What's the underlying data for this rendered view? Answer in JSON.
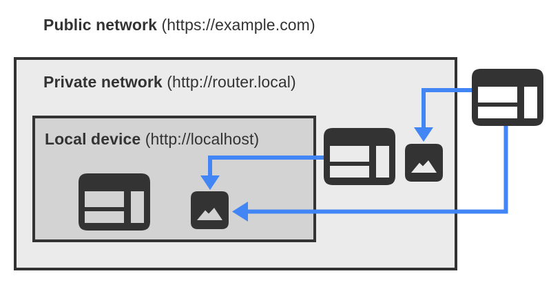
{
  "colors": {
    "page_bg": "#ffffff",
    "dark": "#333333",
    "arrow_blue": "#4285f4",
    "private_network_bg": "#ebebeb",
    "local_device_bg": "#d3d3d3"
  },
  "labels": {
    "public_network": {
      "bold": "Public network",
      "rest": " (https://example.com)"
    },
    "private_network": {
      "bold": "Private network",
      "rest": " (http://router.local)"
    },
    "local_device": {
      "bold": "Local device",
      "rest": " (http://localhost)"
    }
  },
  "nodes": [
    {
      "id": "public-website",
      "type": "website-icon",
      "network": "public network",
      "origin": "https://example.com"
    },
    {
      "id": "private-website",
      "type": "website-icon",
      "network": "private network",
      "origin": "http://router.local"
    },
    {
      "id": "private-image",
      "type": "image-icon",
      "network": "private network",
      "origin": "http://router.local"
    },
    {
      "id": "local-website",
      "type": "website-icon",
      "network": "local device",
      "origin": "http://localhost"
    },
    {
      "id": "local-image",
      "type": "image-icon",
      "network": "local device",
      "origin": "http://localhost"
    }
  ],
  "arrows": [
    {
      "from": "public-website",
      "to": "private-image",
      "color": "#4285f4"
    },
    {
      "from": "public-website",
      "to": "local-image",
      "color": "#4285f4"
    },
    {
      "from": "private-website",
      "to": "local-image",
      "color": "#4285f4"
    }
  ]
}
